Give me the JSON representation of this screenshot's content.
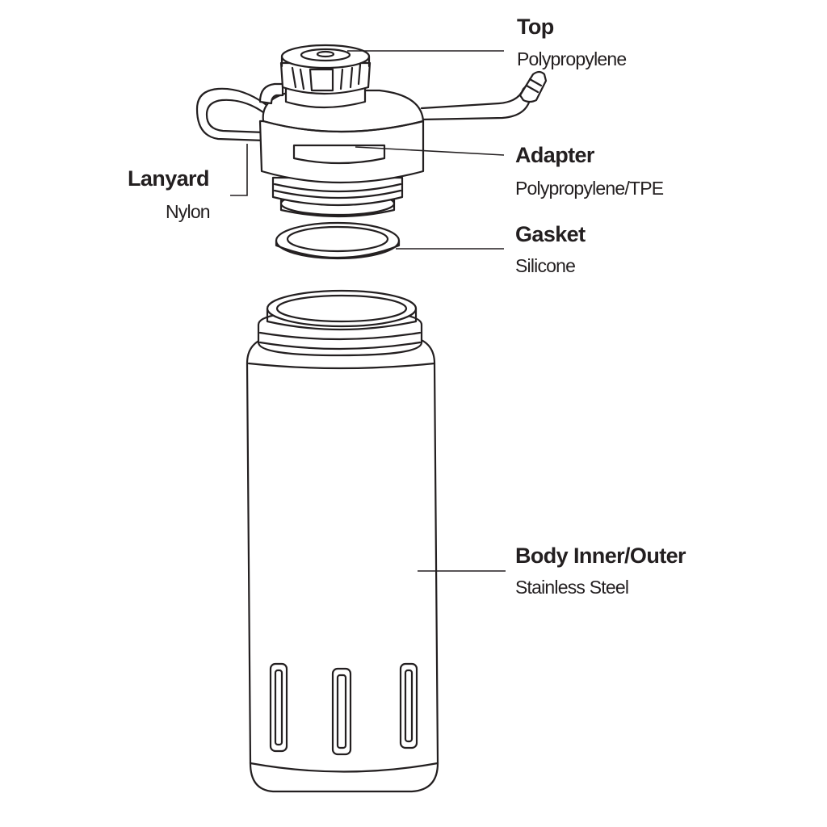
{
  "labels": {
    "top": {
      "title": "Top",
      "material": "Polypropylene"
    },
    "adapter": {
      "title": "Adapter",
      "material": "Polypropylene/TPE"
    },
    "gasket": {
      "title": "Gasket",
      "material": "Silicone"
    },
    "lanyard": {
      "title": "Lanyard",
      "material": "Nylon"
    },
    "body": {
      "title": "Body Inner/Outer",
      "material": "Stainless Steel"
    }
  },
  "colors": {
    "ink": "#231f20",
    "background": "#ffffff"
  }
}
